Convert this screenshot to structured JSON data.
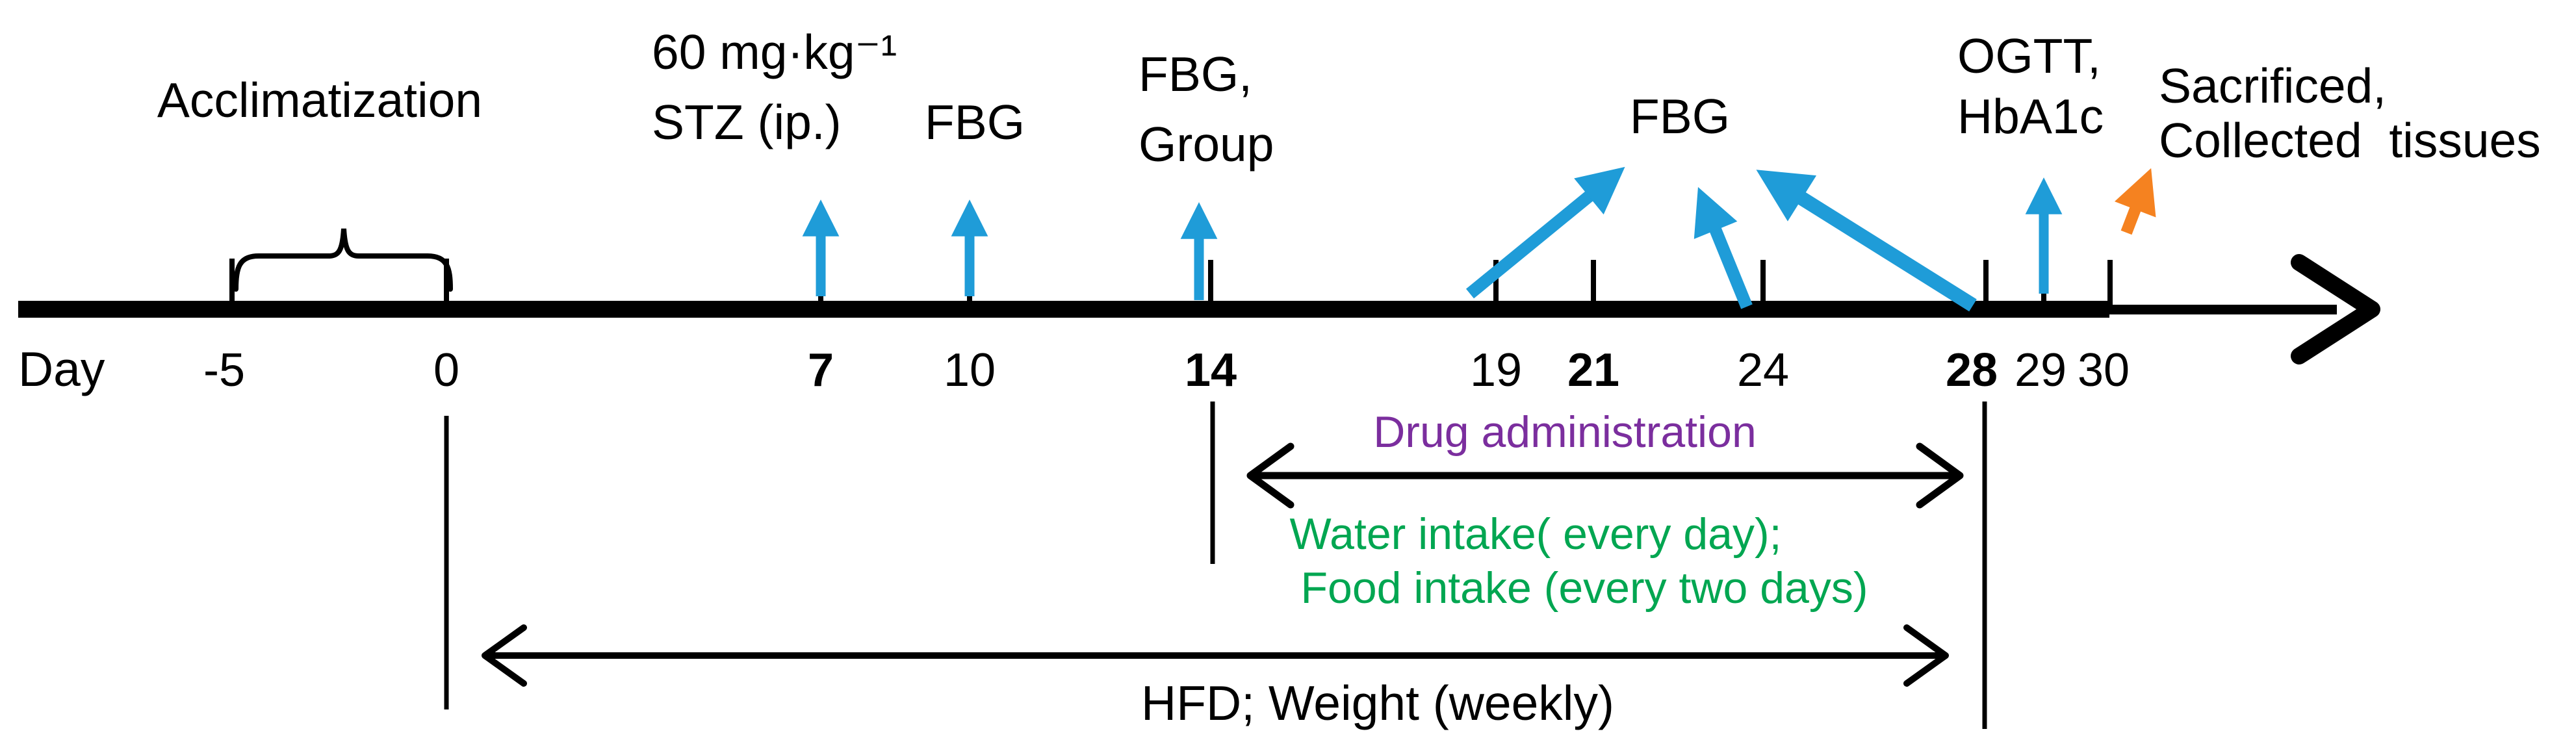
{
  "figure": {
    "axis_label": "Day",
    "days": [
      {
        "label": "-5",
        "emphasis": false
      },
      {
        "label": "0",
        "emphasis": false
      },
      {
        "label": "7",
        "emphasis": true
      },
      {
        "label": "10",
        "emphasis": false
      },
      {
        "label": "14",
        "emphasis": true
      },
      {
        "label": "19",
        "emphasis": false
      },
      {
        "label": "21",
        "emphasis": true
      },
      {
        "label": "24",
        "emphasis": false
      },
      {
        "label": "28",
        "emphasis": true
      },
      {
        "label": "29",
        "emphasis": false
      },
      {
        "label": "30",
        "emphasis": false
      }
    ],
    "events": {
      "acclimatization": {
        "label": "Acclimatization",
        "span_days": [
          "-5",
          "0"
        ]
      },
      "stz": {
        "line1": "60 mg·kg⁻¹",
        "line2": "STZ (ip.)",
        "day": "7",
        "arrow_color": "#1f9cd8"
      },
      "fbg_day10": {
        "label": "FBG",
        "day": "10",
        "arrow_color": "#1f9cd8"
      },
      "fbg_group": {
        "line1": "FBG,",
        "line2": "Group",
        "day": "14",
        "arrow_color": "#1f9cd8"
      },
      "fbg_mid": {
        "label": "FBG",
        "days": [
          "19",
          "24",
          "28"
        ],
        "arrow_color": "#1f9cd8"
      },
      "ogtt": {
        "line1": "OGTT,",
        "line2": "HbA1c",
        "day": "29",
        "arrow_color": "#1f9cd8"
      },
      "sacrifice": {
        "line1": "Sacrificed,",
        "line2": "Collected  tissues",
        "day": "30",
        "arrow_color": "#f58220"
      }
    },
    "periods": {
      "drug": {
        "label": "Drug administration",
        "from_day": "14",
        "to_day": "28",
        "text_color": "#7b2e9e"
      },
      "intake": {
        "line1": "Water intake( every day);",
        "line2": "Food intake (every two days)",
        "text_color": "#00a651"
      },
      "hfd": {
        "label": "HFD; Weight (weekly)",
        "from_day": "0",
        "to_day": "28",
        "text_color": "#000000"
      }
    },
    "colors": {
      "arrow_blue": "#1f9cd8",
      "arrow_orange": "#f58220",
      "text_purple": "#7b2e9e",
      "text_green": "#00a651",
      "ink": "#000000",
      "background": "#ffffff"
    }
  }
}
